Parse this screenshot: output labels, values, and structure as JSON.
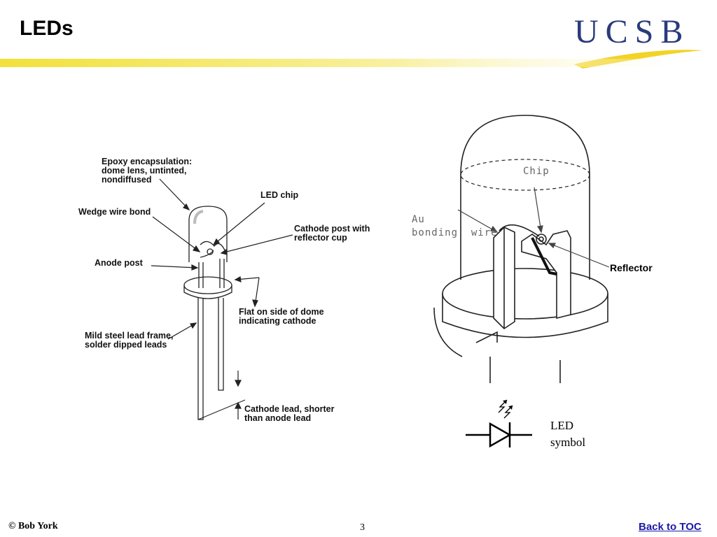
{
  "slide": {
    "title": "LEDs",
    "logo": "UCSB",
    "footer_author": "©  Bob York",
    "page_number": "3",
    "back_link": "Back to TOC"
  },
  "left_diagram": {
    "labels": {
      "epoxy": [
        "Epoxy encapsulation:",
        "dome lens, untinted,",
        "nondiffused"
      ],
      "led_chip": "LED chip",
      "wedge_bond": "Wedge wire bond",
      "cathode_post": [
        "Cathode post with",
        "reflector cup"
      ],
      "anode_post": "Anode post",
      "flat_side": [
        "Flat on side of dome",
        "indicating cathode"
      ],
      "lead_frame": [
        "Mild steel lead frame,",
        "solder dipped leads"
      ],
      "cathode_lead": [
        "Cathode lead, shorter",
        "than anode lead"
      ]
    }
  },
  "right_diagram": {
    "labels": {
      "chip": "Chip",
      "au_bonding": [
        "Au",
        "bonding  wire"
      ],
      "reflector": "Reflector"
    }
  },
  "symbol": {
    "label": [
      "LED",
      "symbol"
    ]
  },
  "colors": {
    "logo_blue": "#2a3a7c",
    "logo_swoosh": "#f2d326",
    "accent_bar": "#f5e84a",
    "link": "#1a1aa6"
  }
}
